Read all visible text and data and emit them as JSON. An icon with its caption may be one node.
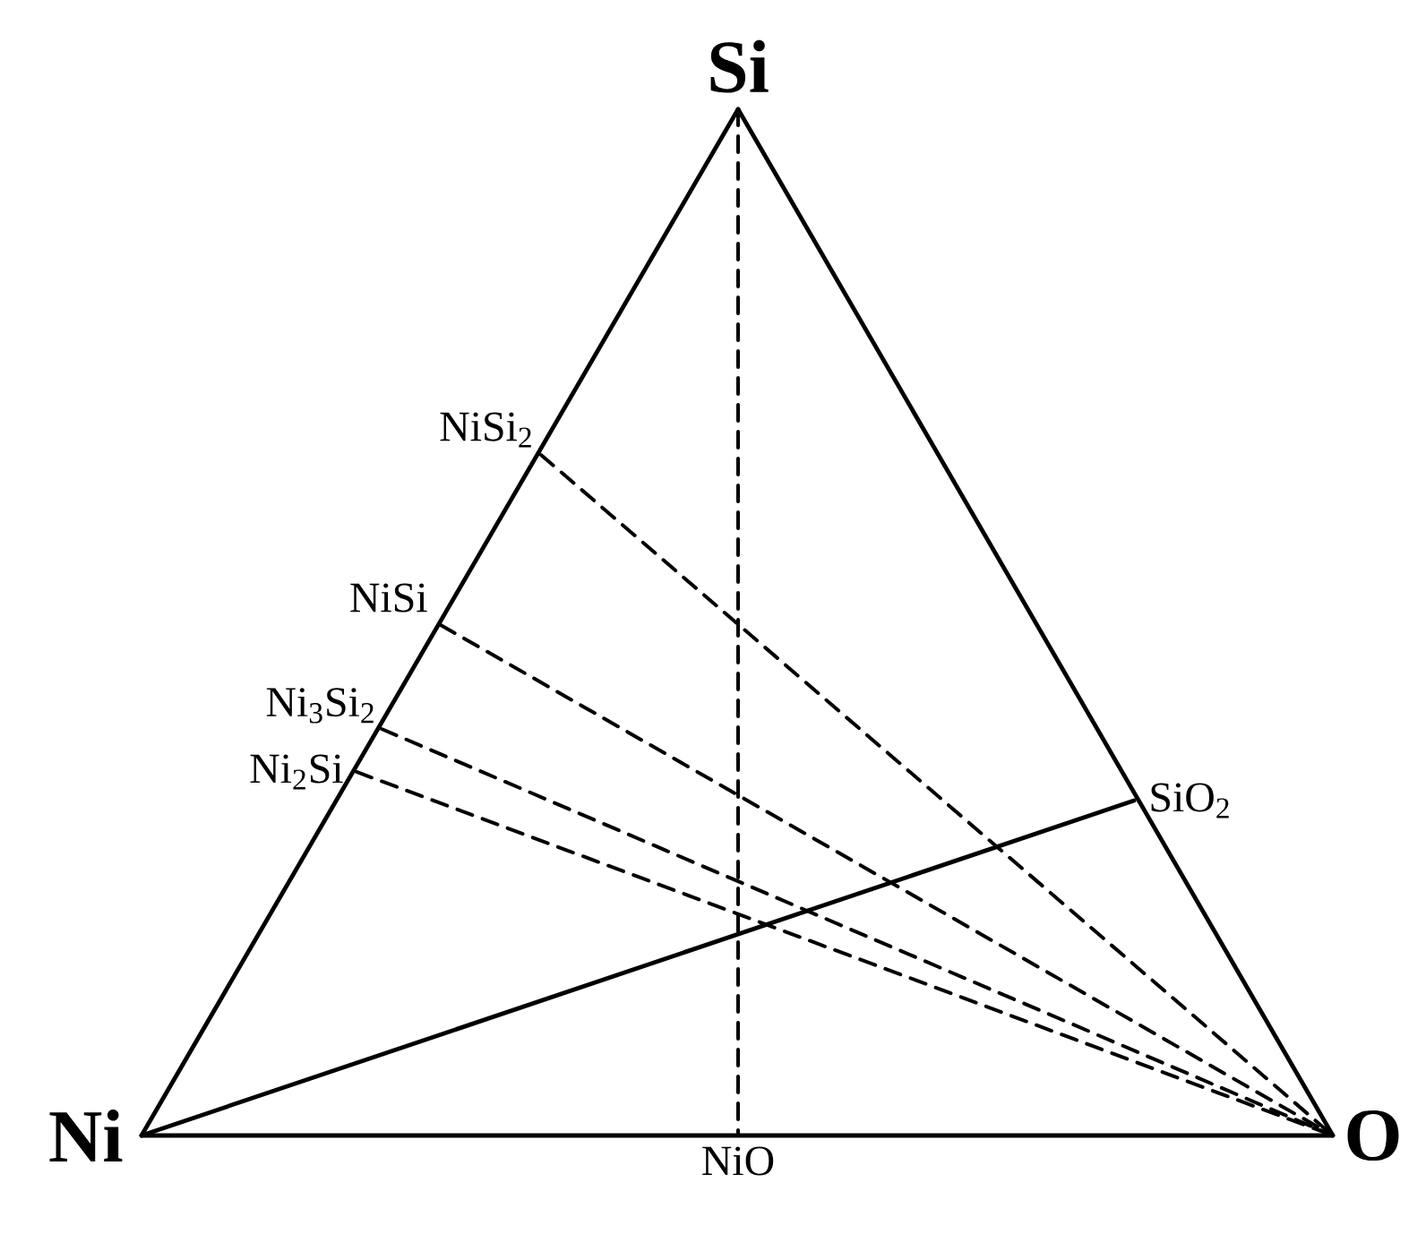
{
  "diagram": {
    "nodes": [
      {
        "text": [
          "Si"
        ]
      },
      {
        "text": [
          "Ni"
        ]
      },
      {
        "text": [
          "O"
        ]
      },
      {
        "text": [
          "NiSi$_{2}$"
        ]
      },
      {
        "text": [
          "NiSi"
        ]
      },
      {
        "text": [
          "Ni$_{3}$Si$_{2}$"
        ]
      },
      {
        "text": [
          "Ni$_{2}$Si"
        ]
      },
      {
        "text": [
          "SiO$_{2}$"
        ]
      },
      {
        "text": [
          "NiO"
        ]
      }
    ],
    "edges": [
      {
        "from": 0,
        "to": 1,
        "arrow": "none"
      },
      {
        "from": 0,
        "to": 2,
        "arrow": "none"
      },
      {
        "from": 1,
        "to": 2,
        "arrow": "none"
      },
      {
        "from": 1,
        "to": 7,
        "arrow": "none"
      },
      {
        "from": 0,
        "to": 8,
        "arrow": "none",
        "style": "dashed"
      },
      {
        "from": 3,
        "to": 2,
        "arrow": "none",
        "style": "dashed"
      },
      {
        "from": 4,
        "to": 2,
        "arrow": "none",
        "style": "dashed"
      },
      {
        "from": 5,
        "to": 2,
        "arrow": "none",
        "style": "dashed"
      },
      {
        "from": 6,
        "to": 2,
        "arrow": "none",
        "style": "dashed"
      }
    ]
  }
}
